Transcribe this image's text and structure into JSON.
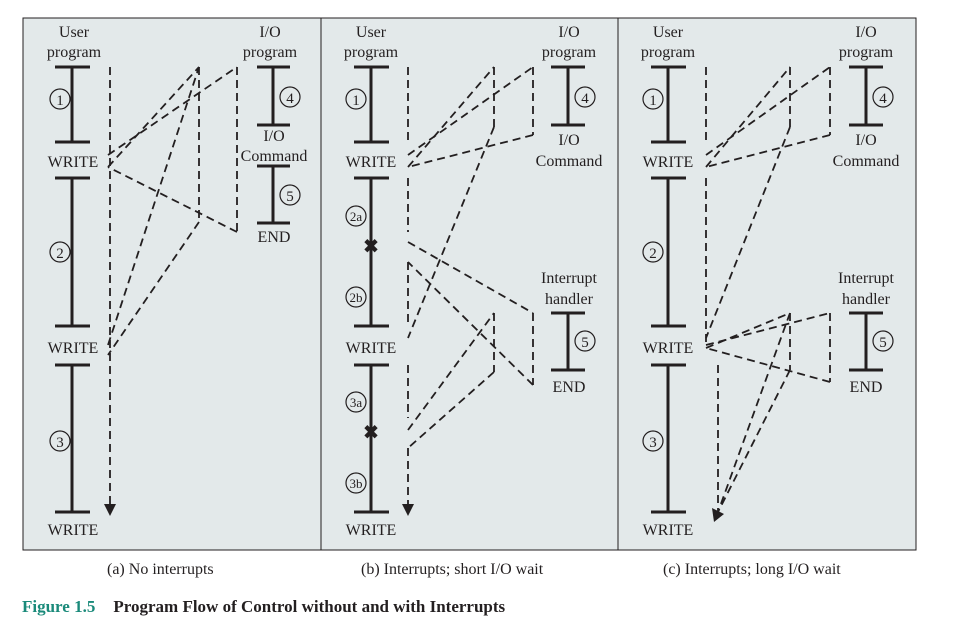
{
  "colors": {
    "panel_bg": "#e3e9ea",
    "ink": "#231f20",
    "accent": "#1a8a7a"
  },
  "labels": {
    "user_program": [
      "User",
      "program"
    ],
    "io_program": [
      "I/O",
      "program"
    ],
    "io_command": [
      "I/O",
      "Command"
    ],
    "interrupt_handler": [
      "Interrupt",
      "handler"
    ],
    "write": "WRITE",
    "end": "END",
    "n1": "1",
    "n2": "2",
    "n3": "3",
    "n4": "4",
    "n5": "5",
    "n2a": "2a",
    "n2b": "2b",
    "n3a": "3a",
    "n3b": "3b"
  },
  "panels": [
    {
      "id": "a",
      "caption": "(a) No interrupts"
    },
    {
      "id": "b",
      "caption": "(b) Interrupts; short I/O wait"
    },
    {
      "id": "c",
      "caption": "(c) Interrupts; long I/O wait"
    }
  ],
  "figure": {
    "number": "Figure 1.5",
    "title": "Program Flow of Control without and with Interrupts"
  }
}
